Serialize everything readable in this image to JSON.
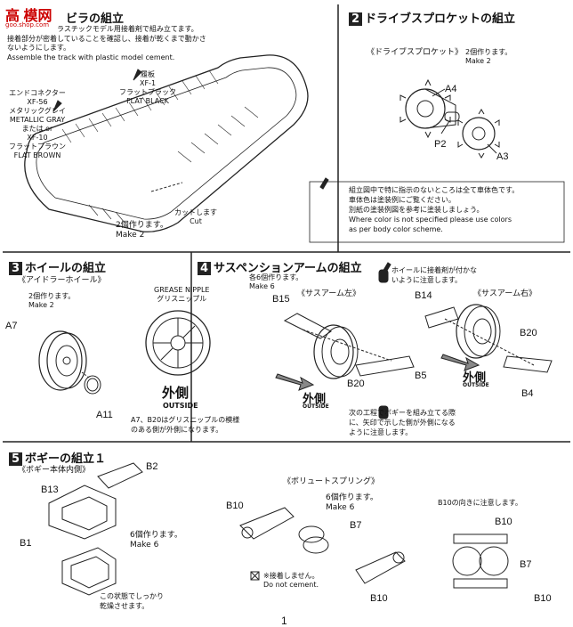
{
  "watermark": {
    "brand": "高 模网",
    "url": "goo.shop.com"
  },
  "step1": {
    "title_suffix": "ビラの組立",
    "desc": [
      "ラスチックモデル用接着剤で組み立てます。",
      "接着部分が密着していることを確認し、接着が乾くまで動かさ",
      "ないようにします。",
      "Assemble the track with plastic model cement."
    ],
    "color_a": [
      "履板",
      "XF-1",
      "フラットブラック",
      "FLAT BLACK"
    ],
    "color_b": [
      "エンドコネクター",
      "XF-56",
      "メタリックグレイ",
      "METALLIC GRAY",
      "または or",
      "XF-10",
      "フラットブラウン",
      "FLAT BROWN"
    ],
    "cut": [
      "カットします",
      "Cut"
    ],
    "make": [
      "2個作ります。",
      "Make 2"
    ]
  },
  "step2": {
    "num": "2",
    "title": "ドライブスプロケットの組立",
    "sub": "《ドライブスプロケット》",
    "make": [
      "2個作ります。",
      "Make 2"
    ],
    "parts": {
      "a4": "A4",
      "p2": "P2",
      "a3": "A3"
    },
    "note": [
      "組立図中で特に指示のないところは全て車体色です。",
      "車体色は塗装例にご覧ください。",
      "別紙の塗装例図を参考に塗装しましょう。",
      "Where color is not specified please use colors",
      "as per body color scheme."
    ]
  },
  "step3": {
    "num": "3",
    "title": "ホイールの組立",
    "sub": "《アイドラーホイール》",
    "make": [
      "2個作ります。",
      "Make 2"
    ],
    "grease": [
      "GREASE NIPPLE",
      "グリスニップル"
    ],
    "outside_jp": "外側",
    "outside_en": "OUTSIDE",
    "parts": {
      "a7": "A7",
      "a11": "A11"
    },
    "note": [
      "A7、B20はグリスニップルの模様",
      "のある側が外側になります。"
    ]
  },
  "step4": {
    "num": "4",
    "title": "サスペンションアームの組立",
    "make": [
      "各6個作ります。",
      "Make 6"
    ],
    "left": "《サスアーム左》",
    "right": "《サスアーム右》",
    "parts": {
      "b15": "B15",
      "b20a": "B20",
      "b5": "B5",
      "b14": "B14",
      "b20b": "B20",
      "b4": "B4"
    },
    "caution": [
      "ホイールに接着剤が付かな",
      "いように注意します。"
    ],
    "outside_jp": "外側",
    "outside_en": "OUTSIDE",
    "note": [
      "次の工程でボギーを組み立てる際",
      "に、矢印で示した側が外側になる",
      "ように注意します。"
    ]
  },
  "step5": {
    "num": "5",
    "title": "ボギーの組立１",
    "sub": "《ボギー本体内側》",
    "spring": "《ボリュートスプリング》",
    "make1": [
      "6個作ります。",
      "Make 6"
    ],
    "make2": [
      "6個作ります。",
      "Make 6"
    ],
    "dry": [
      "この状態でしっかり",
      "乾燥させます。"
    ],
    "no_cement": [
      "※接着しません。",
      "Do not cement."
    ],
    "direction": "B10の向きに注意します。",
    "parts": {
      "b2": "B2",
      "b13": "B13",
      "b1": "B1",
      "b10a": "B10",
      "b7a": "B7",
      "b10b": "B10",
      "b10c": "B10",
      "b7b": "B7",
      "b10d": "B10"
    }
  },
  "page_number": "1"
}
